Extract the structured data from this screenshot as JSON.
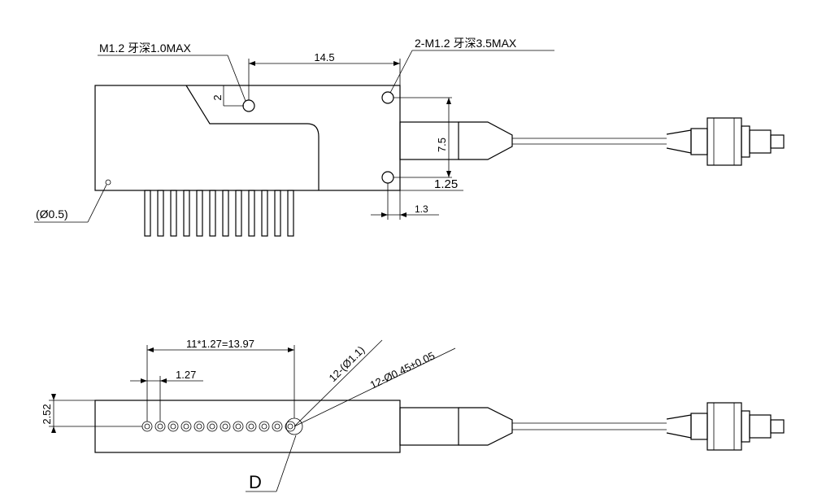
{
  "top_view": {
    "callout_m12": "M1.2 牙深1.0MAX",
    "callout_2m12": "2-M1.2 牙深3.5MAX",
    "dim_14_5": "14.5",
    "dim_2": "2",
    "dim_7_5": "7.5",
    "dim_1_25": "1.25",
    "dim_1_3": "1.3",
    "callout_hole": "(Ø0.5)"
  },
  "side_view": {
    "dim_pitch_total": "11*1.27=13.97",
    "dim_pitch": "1.27",
    "dim_2_52": "2.52",
    "callout_pin_hole": "12-(Ø1.1)",
    "callout_pin_dia": "12-Ø0.45±0.05",
    "detail_label": "D"
  }
}
